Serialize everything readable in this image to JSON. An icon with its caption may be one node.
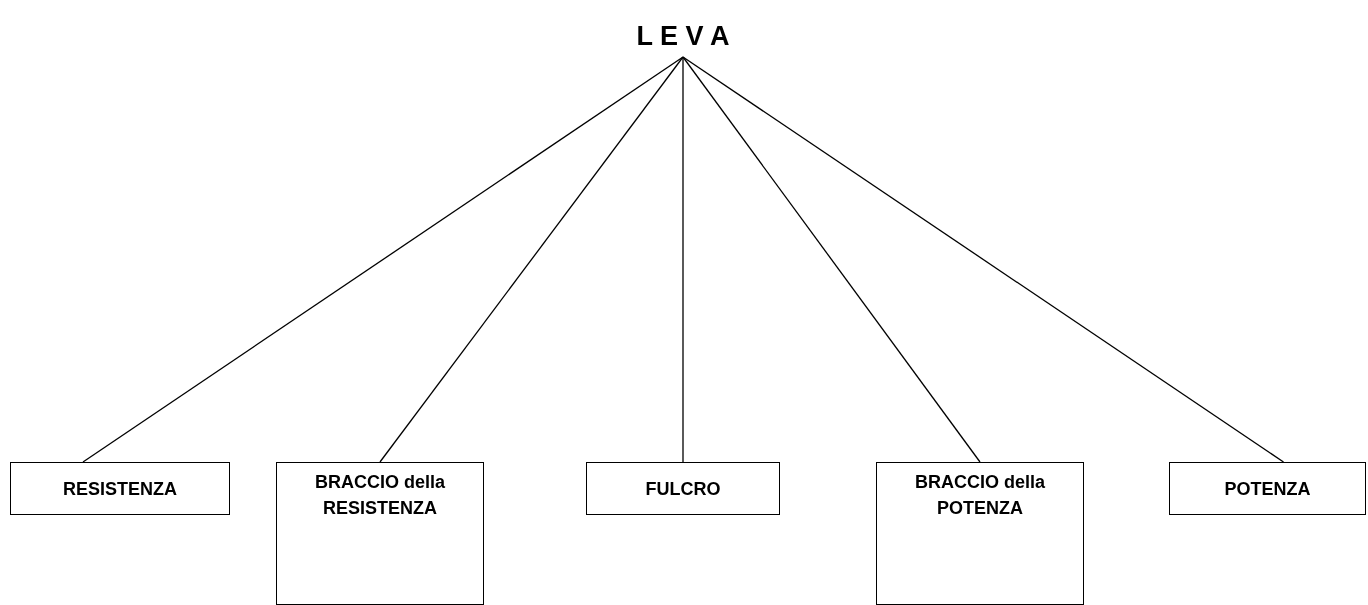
{
  "diagram": {
    "nodes": [
      {
        "text": [
          "L E V A"
        ]
      },
      {
        "text": [
          "RESISTENZA"
        ]
      },
      {
        "text": [
          "BRACCIO della RESISTENZA"
        ]
      },
      {
        "text": [
          "FULCRO"
        ]
      },
      {
        "text": [
          "BRACCIO della POTENZA"
        ]
      },
      {
        "text": [
          "POTENZA"
        ]
      }
    ],
    "edges": [
      {
        "from": 0,
        "to": 1,
        "arrow": "none"
      },
      {
        "from": 0,
        "to": 2,
        "arrow": "none"
      },
      {
        "from": 0,
        "to": 3,
        "arrow": "none"
      },
      {
        "from": 0,
        "to": 4,
        "arrow": "none"
      },
      {
        "from": 0,
        "to": 5,
        "arrow": "none"
      }
    ]
  }
}
